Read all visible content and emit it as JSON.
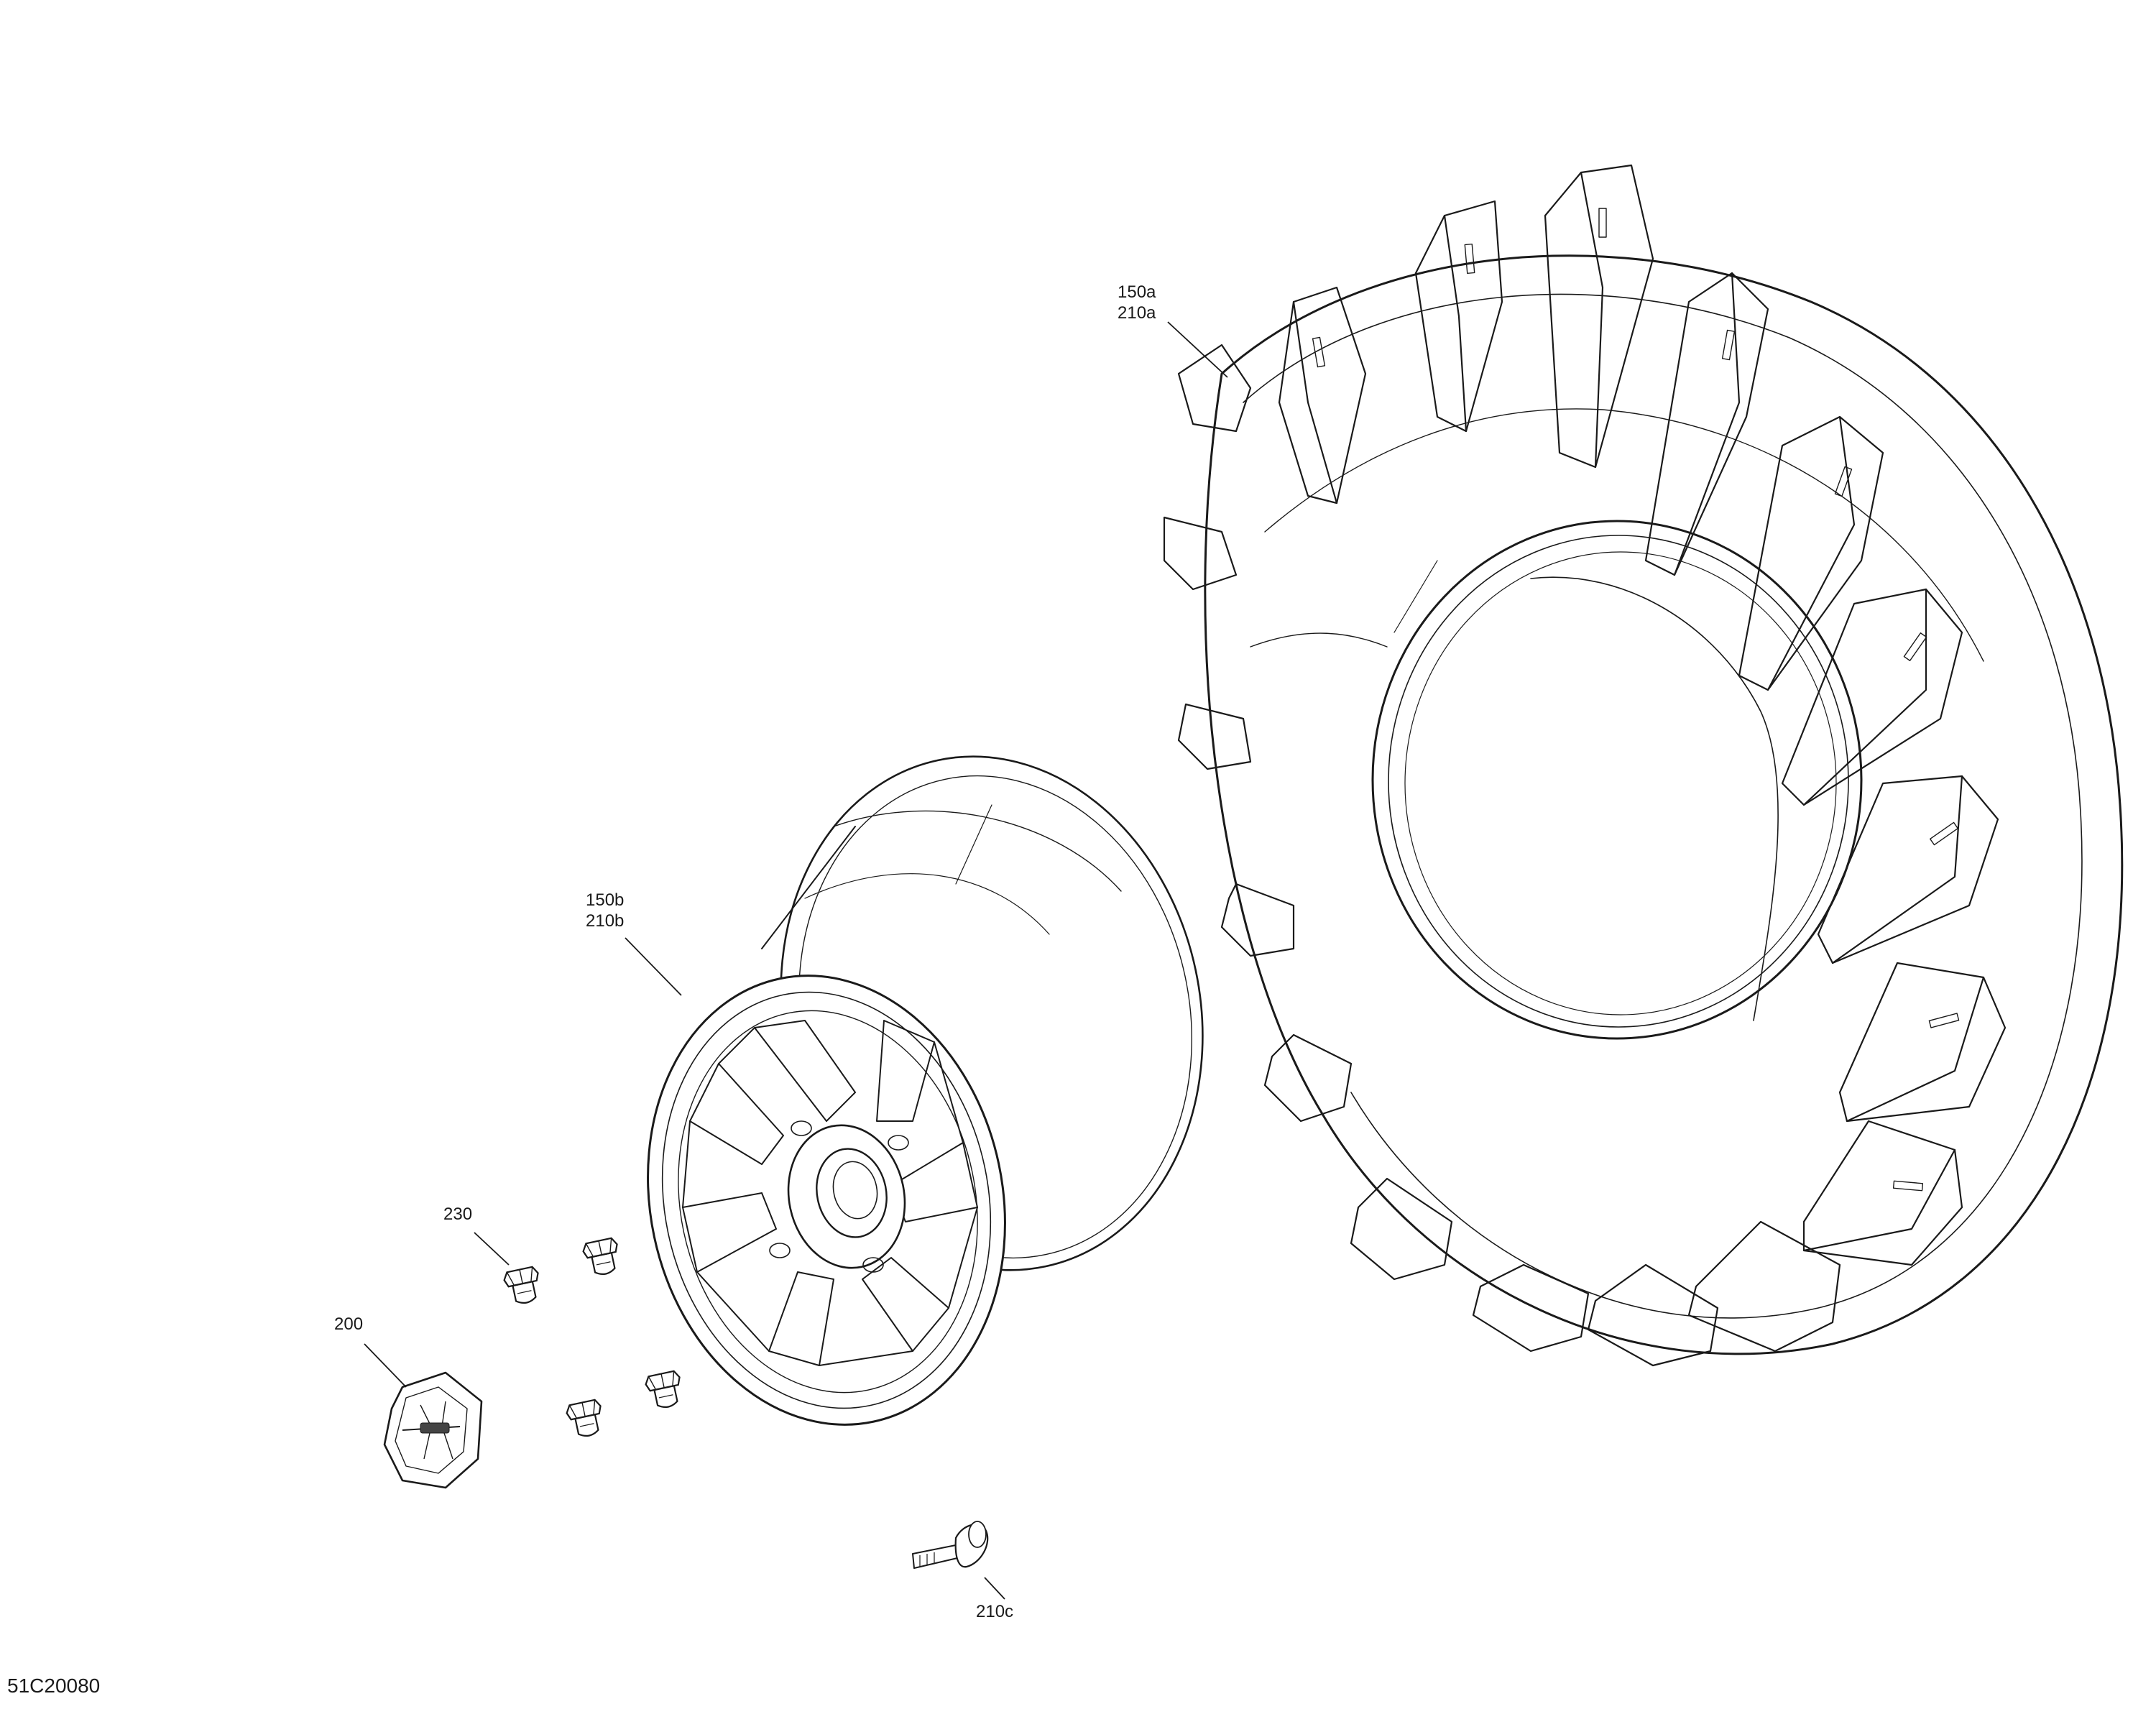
{
  "callouts": {
    "tire_top": "150a",
    "tire_bottom": "210a",
    "wheel_top": "150b",
    "wheel_bottom": "210b",
    "lug_nut": "230",
    "hub_cap": "200",
    "valve_stem": "210c"
  },
  "drawing_id": "51C20080",
  "colors": {
    "line": "#1a1a1a",
    "background": "#ffffff"
  }
}
